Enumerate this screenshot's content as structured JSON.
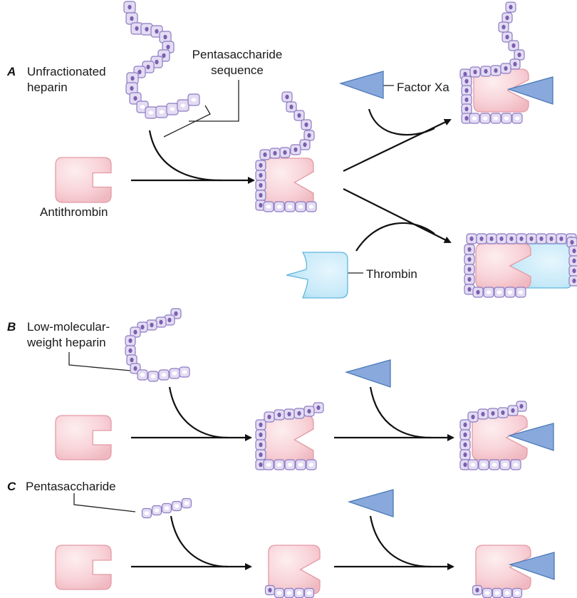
{
  "figure": {
    "colors": {
      "antithrombin": "#f6cfd4",
      "heparin_chain": "#e3dcf3",
      "factor_xa": "#89a9dc",
      "thrombin": "#bfe6f6",
      "arrow": "#111111"
    },
    "panels": [
      {
        "letter": "A",
        "title_lines": [
          "Unfractionated",
          "heparin"
        ],
        "labels": {
          "pentasaccharide_lines": [
            "Pentasaccharide",
            "sequence"
          ],
          "antithrombin": "Antithrombin",
          "factor_xa": "Factor Xa",
          "thrombin": "Thrombin"
        }
      },
      {
        "letter": "B",
        "title_lines": [
          "Low-molecular-",
          "weight heparin"
        ]
      },
      {
        "letter": "C",
        "title_lines": [
          "Pentasaccharide"
        ]
      }
    ]
  }
}
